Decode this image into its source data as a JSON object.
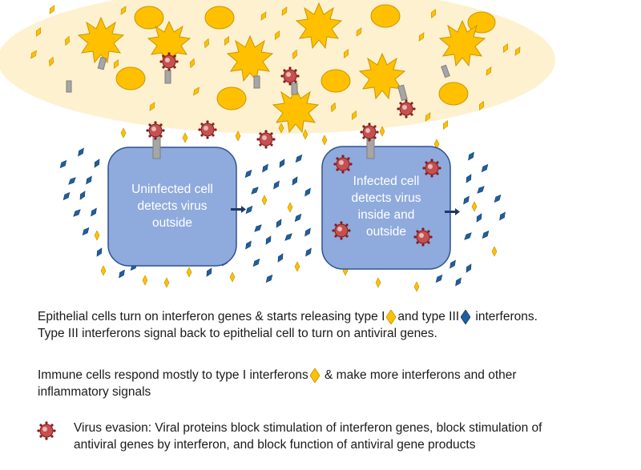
{
  "cells": {
    "uninfected_label": "Uninfected cell\ndetects virus\noutside",
    "infected_label": "Infected cell\ndetects virus\ninside and\noutside"
  },
  "text": {
    "line1_a": "Epithelial cells turn on interferon genes & starts releasing type I",
    "line1_b": "and type III",
    "line1_c": "interferons.",
    "line2": "Type III interferons signal back to epithelial cell to turn on antiviral genes.",
    "line3_a": "Immune cells respond mostly to type I interferons",
    "line3_b": "& make more interferons and other",
    "line4": "inflammatory signals",
    "evasion_1": "Virus evasion: Viral proteins block stimulation of interferon genes, block stimulation of",
    "evasion_2": "antiviral genes by interferon, and block function of antiviral gene products"
  },
  "colors": {
    "type1_interferon": "#ffc000",
    "type3_interferon": "#1f5f9e",
    "epithelial_cell_fill": "#8faadc",
    "epithelial_cell_border": "#2f528f",
    "immune_cell": "#ffc000",
    "background_region": "#fdf1cf",
    "virus": "#b22222"
  },
  "icons": [
    "virus-icon",
    "type-i-interferon-icon",
    "type-iii-interferon-icon",
    "immune-cell-icon",
    "receptor-icon"
  ]
}
